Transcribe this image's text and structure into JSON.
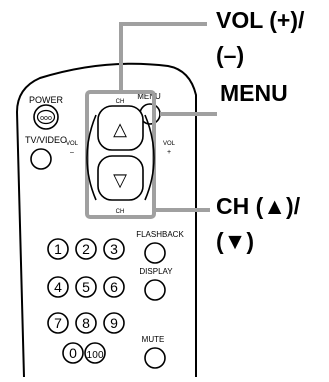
{
  "callouts": {
    "vol_line1": "VOL (+)/",
    "vol_line2": "(–)",
    "menu": "MENU",
    "ch_line1": "CH (▲)/",
    "ch_line2": "(▼)"
  },
  "remote": {
    "power_label": "POWER",
    "power_button_text": "ooo",
    "tv_video_label": "TV/VIDEO",
    "menu_label": "MENU",
    "ch_top_label": "CH",
    "ch_bottom_label": "CH",
    "vol_left_label": "VOL",
    "vol_left_sign": "–",
    "vol_right_label": "VOL",
    "vol_right_sign": "+",
    "ch_up_symbol": "△",
    "ch_down_symbol": "▽",
    "flashback_label": "FLASHBACK",
    "display_label": "DISPLAY",
    "mute_label": "MUTE",
    "keys": [
      "1",
      "2",
      "3",
      "4",
      "5",
      "6",
      "7",
      "8",
      "9",
      "0",
      "100"
    ]
  },
  "colors": {
    "highlight": "#a0a0a0",
    "outline": "#000000"
  }
}
